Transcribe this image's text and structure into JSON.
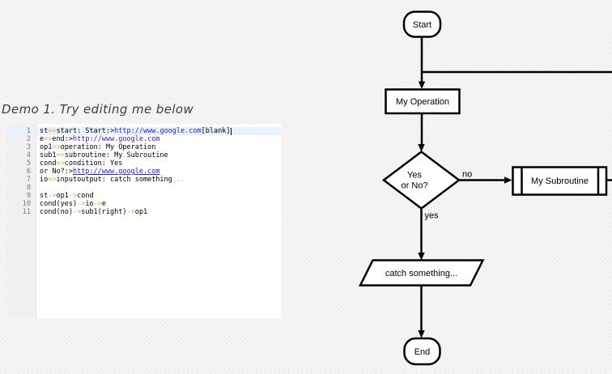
{
  "page": {
    "title": "Demo 1. Try editing me below"
  },
  "editor": {
    "gutter": [
      "1",
      "2",
      "3",
      "4",
      "5",
      "6",
      "7",
      "8",
      "9",
      "10",
      "11"
    ],
    "lines": [
      {
        "active": true,
        "cursor": true,
        "tokens": [
          {
            "t": "st"
          },
          {
            "t": "=>",
            "c": "op"
          },
          {
            "t": "start: Start:>"
          },
          {
            "t": "http://www.google.com",
            "c": "link"
          },
          {
            "t": "[blank]"
          }
        ]
      },
      {
        "tokens": [
          {
            "t": "e"
          },
          {
            "t": "=>",
            "c": "op"
          },
          {
            "t": "end:>"
          },
          {
            "t": "http://www.google.com",
            "c": "link"
          }
        ]
      },
      {
        "tokens": [
          {
            "t": "op1"
          },
          {
            "t": "=>",
            "c": "op"
          },
          {
            "t": "operation: My Operation"
          }
        ]
      },
      {
        "tokens": [
          {
            "t": "sub1"
          },
          {
            "t": "=>",
            "c": "op"
          },
          {
            "t": "subroutine: My Subroutine"
          }
        ]
      },
      {
        "tokens": [
          {
            "t": "cond"
          },
          {
            "t": "=>",
            "c": "op"
          },
          {
            "t": "condition: Yes"
          }
        ]
      },
      {
        "tokens": [
          {
            "t": "or No?:>"
          },
          {
            "t": "http://www.google.com",
            "c": "linku"
          }
        ]
      },
      {
        "tokens": [
          {
            "t": "io"
          },
          {
            "t": "=>",
            "c": "op"
          },
          {
            "t": "inputoutput: catch something"
          },
          {
            "t": "...",
            "c": "op"
          }
        ]
      },
      {
        "tokens": []
      },
      {
        "tokens": [
          {
            "t": "st"
          },
          {
            "t": "->",
            "c": "op"
          },
          {
            "t": "op1"
          },
          {
            "t": "->",
            "c": "op"
          },
          {
            "t": "cond"
          }
        ]
      },
      {
        "tokens": [
          {
            "t": "cond(yes)"
          },
          {
            "t": "->",
            "c": "op"
          },
          {
            "t": "io"
          },
          {
            "t": "->",
            "c": "op"
          },
          {
            "t": "e"
          }
        ]
      },
      {
        "tokens": [
          {
            "t": "cond(no)"
          },
          {
            "t": "->",
            "c": "op"
          },
          {
            "t": "sub1(right)"
          },
          {
            "t": "->",
            "c": "op"
          },
          {
            "t": "op1"
          }
        ]
      }
    ]
  },
  "flowchart": {
    "nodes": {
      "start": "Start",
      "operation": "My Operation",
      "condition_line1": "Yes",
      "condition_line2": "or No?",
      "subroutine": "My Subroutine",
      "inputoutput": "catch something...",
      "end": "End"
    },
    "edge_labels": {
      "no": "no",
      "yes": "yes"
    }
  },
  "colors": {
    "page_bg": "#f4f3f1",
    "editor_bg": "#ffffff",
    "active_line_bg": "#e8f2ff",
    "operator_orange": "#e2a33d",
    "link_blue": "#2424d0",
    "shape_stroke": "#000000",
    "shape_fill": "#ffffff"
  }
}
